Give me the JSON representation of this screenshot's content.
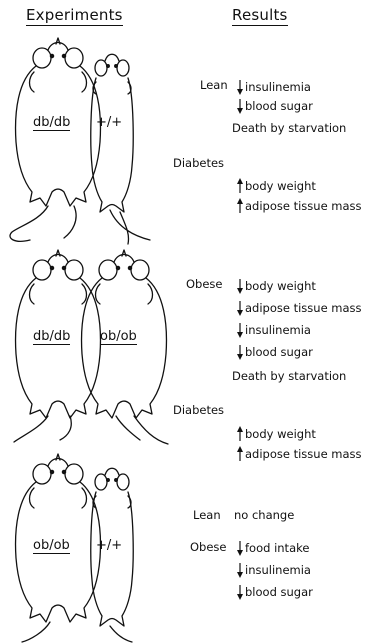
{
  "headers": {
    "experiments": "Experiments",
    "results": "Results"
  },
  "panels": [
    {
      "pair": {
        "left_genotype": "db/db",
        "right_genotype": "+/+"
      },
      "groups": [
        {
          "label": "Lean",
          "items": [
            {
              "dir": "down",
              "text": "insulinemia"
            },
            {
              "dir": "down",
              "text": "blood sugar"
            },
            {
              "dir": "none",
              "text": "Death by starvation"
            }
          ]
        },
        {
          "label": "Diabetes",
          "items": [
            {
              "dir": "up",
              "text": "body weight"
            },
            {
              "dir": "up",
              "text": "adipose tissue mass"
            }
          ]
        }
      ]
    },
    {
      "pair": {
        "left_genotype": "db/db",
        "right_genotype": "ob/ob"
      },
      "groups": [
        {
          "label": "Obese",
          "items": [
            {
              "dir": "down",
              "text": "body weight"
            },
            {
              "dir": "down",
              "text": "adipose tissue mass"
            },
            {
              "dir": "down",
              "text": "insulinemia"
            },
            {
              "dir": "down",
              "text": "blood sugar"
            },
            {
              "dir": "none",
              "text": "Death by starvation"
            }
          ]
        },
        {
          "label": "Diabetes",
          "items": [
            {
              "dir": "up",
              "text": "body weight"
            },
            {
              "dir": "up",
              "text": "adipose tissue mass"
            }
          ]
        }
      ]
    },
    {
      "pair": {
        "left_genotype": "ob/ob",
        "right_genotype": "+/+"
      },
      "groups": [
        {
          "label": "Lean",
          "items": [
            {
              "dir": "none",
              "text": "no change"
            }
          ]
        },
        {
          "label": "Obese",
          "items": [
            {
              "dir": "down",
              "text": "food intake"
            },
            {
              "dir": "down",
              "text": "insulinemia"
            },
            {
              "dir": "down",
              "text": "blood sugar"
            }
          ]
        }
      ]
    }
  ]
}
